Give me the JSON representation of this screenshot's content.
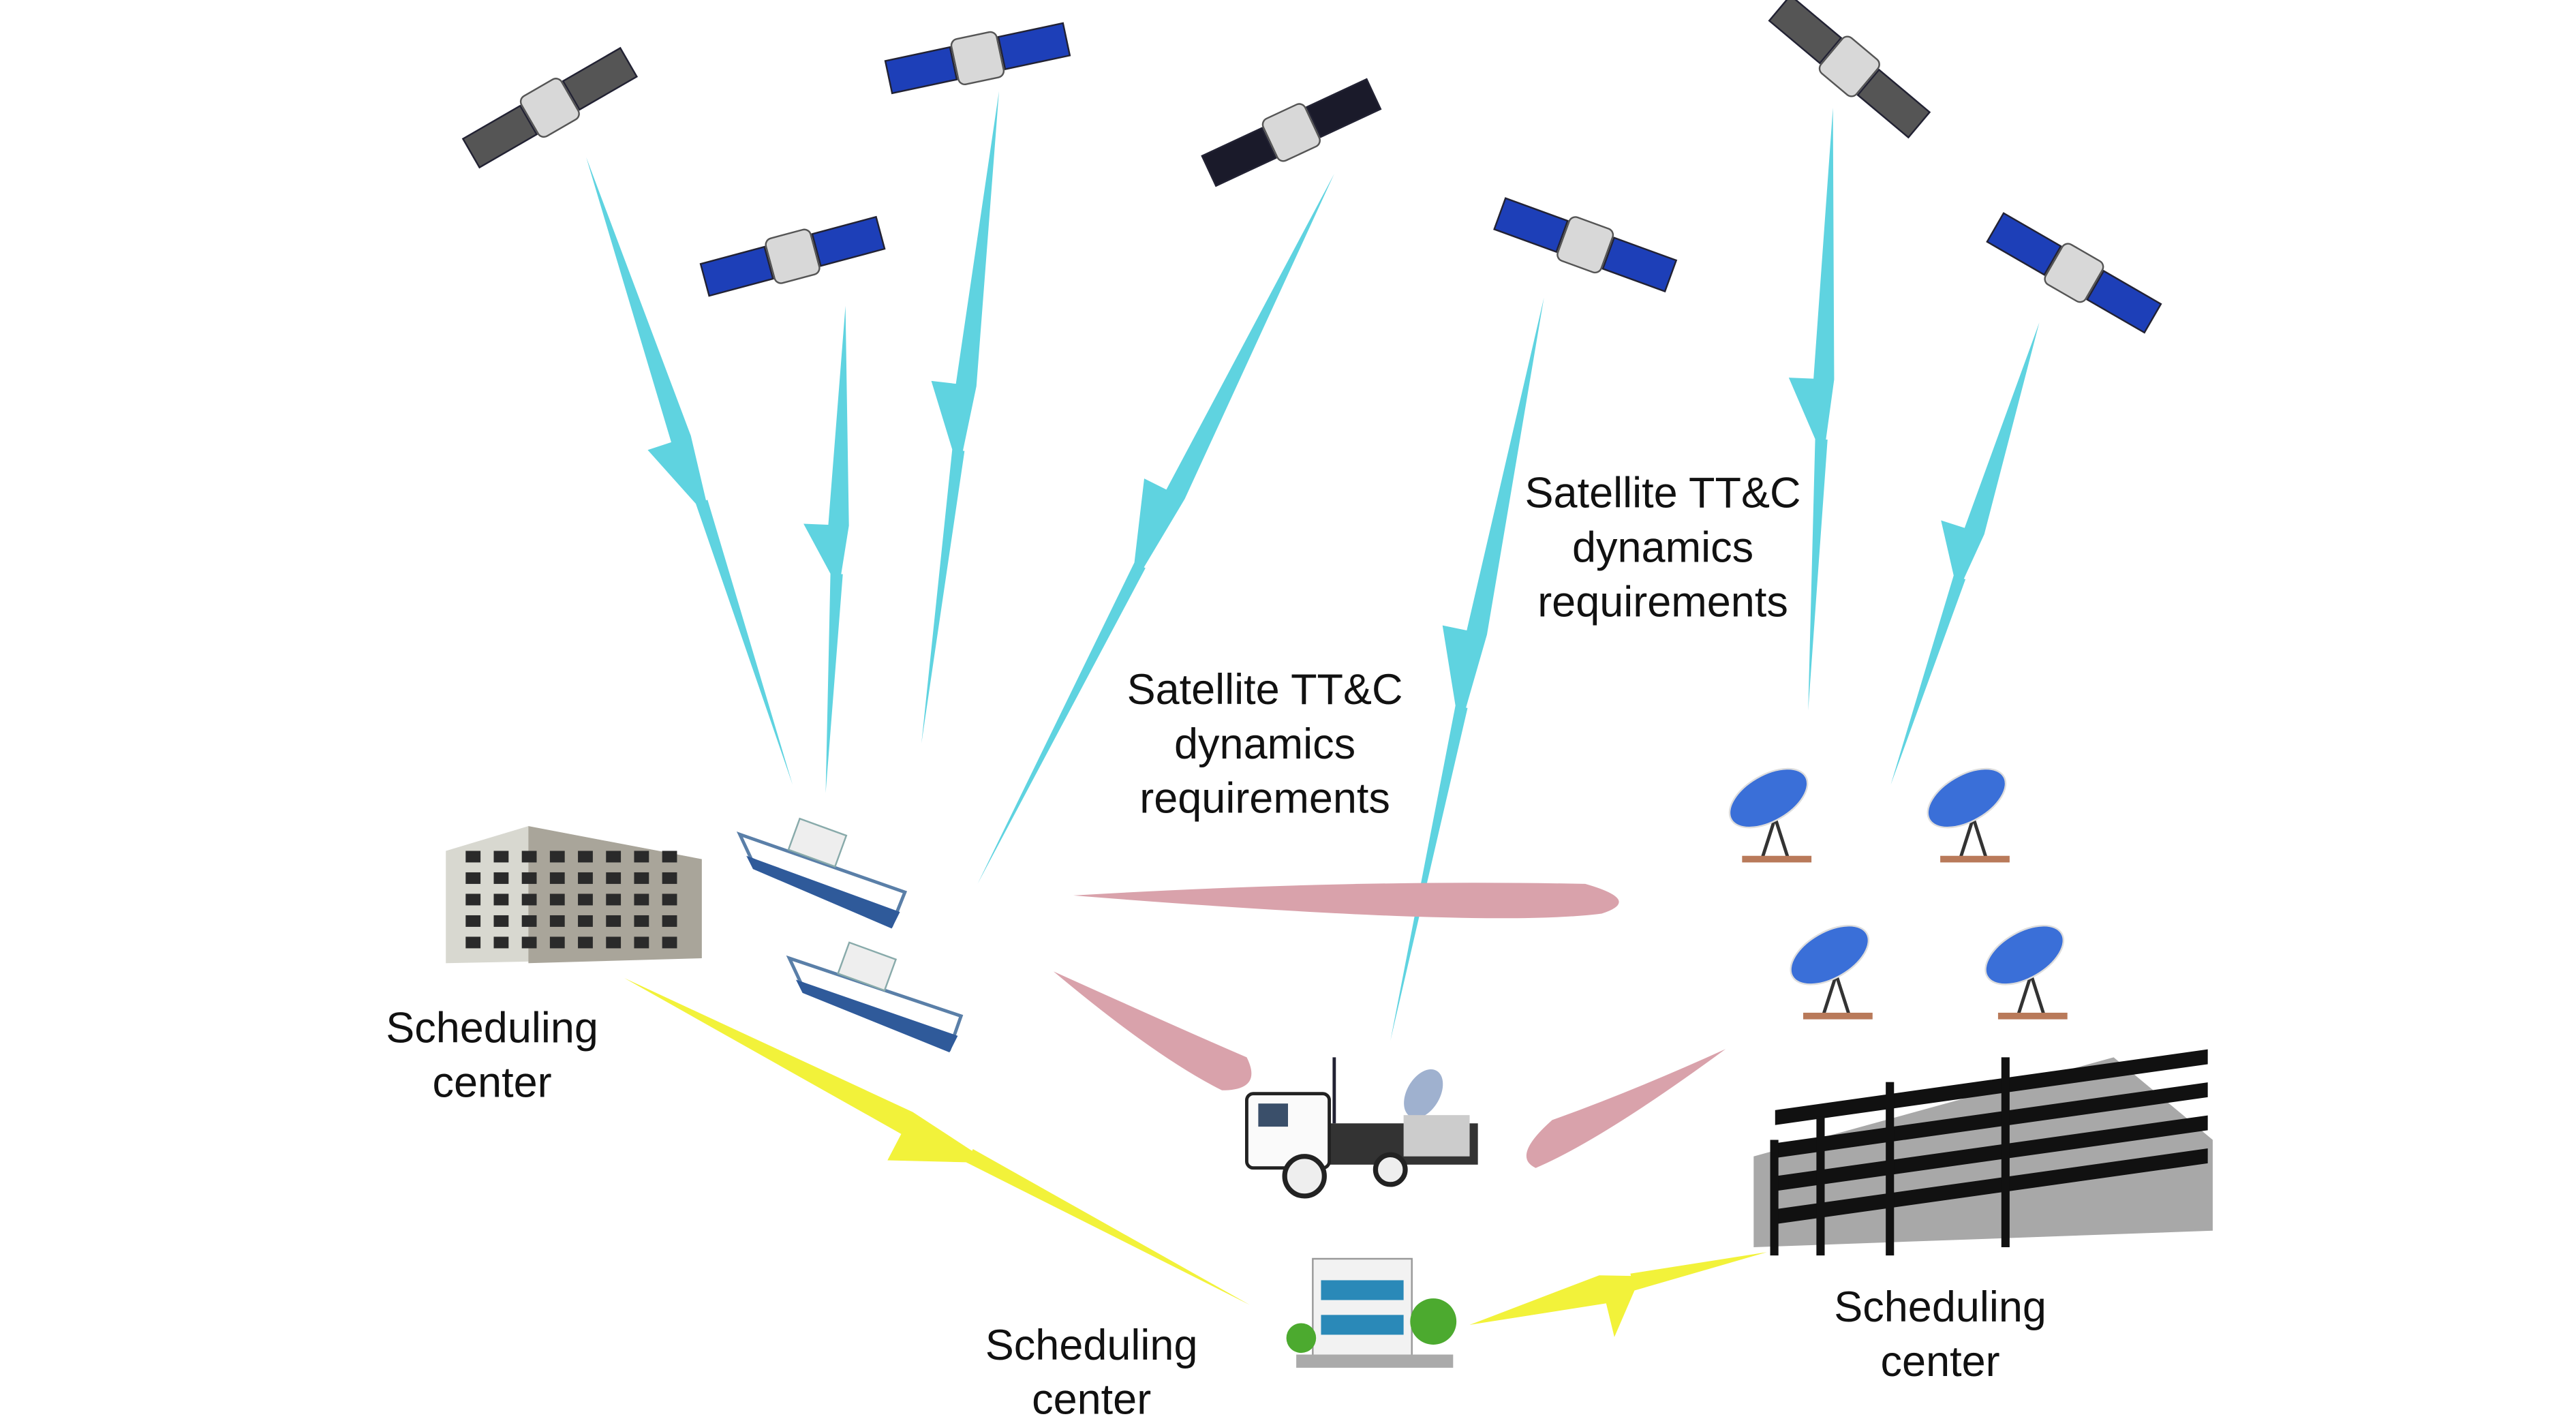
{
  "labels": {
    "ttc_left": [
      "Satellite TT&C",
      "dynamics",
      "requirements"
    ],
    "ttc_right": [
      "Satellite TT&C",
      "dynamics",
      "requirements"
    ],
    "center_left": [
      "Scheduling",
      "center"
    ],
    "center_middle": [
      "Scheduling",
      "center"
    ],
    "center_right": [
      "Scheduling",
      "center"
    ]
  },
  "colors": {
    "satellite_link": "#5fd3e0",
    "ground_beam": "#d9a2ab",
    "scheduling_link": "#f2f23a",
    "panel_blue": "#1d3fb8",
    "panel_gray": "#555555",
    "dish_blue": "#3a6fd8"
  }
}
